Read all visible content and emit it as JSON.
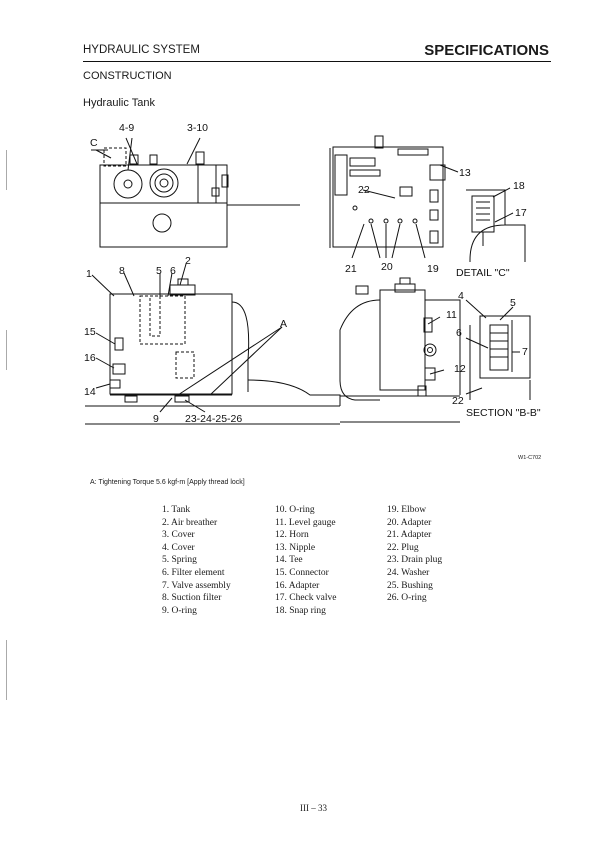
{
  "header": {
    "left_title": "HYDRAULIC SYSTEM",
    "right_title": "SPECIFICATIONS"
  },
  "section_title": "CONSTRUCTION",
  "subsection_title": "Hydraulic Tank",
  "figure": {
    "callouts": [
      "4-9",
      "3-10",
      "C",
      "13",
      "18",
      "17",
      "22",
      "21",
      "20",
      "19",
      "1",
      "8",
      "5",
      "6",
      "2",
      "A",
      "15",
      "16",
      "14",
      "9",
      "23-24-25-26",
      "4",
      "5",
      "11",
      "6",
      "7",
      "12",
      "22"
    ],
    "detail_label": "DETAIL \"C\"",
    "section_label": "SECTION \"B-B\"",
    "figure_id": "W1-C702"
  },
  "note": "A: Tightening Torque 5.6 kgf-m [Apply thread lock]",
  "parts_list": {
    "col1": [
      "1.  Tank",
      "2.  Air breather",
      "3.  Cover",
      "4.  Cover",
      "5.  Spring",
      "6.  Filter element",
      "7.  Valve assembly",
      "8.  Suction filter",
      "9.  O-ring"
    ],
    "col2": [
      "10.  O-ring",
      "11.  Level gauge",
      "12.  Horn",
      "13.  Nipple",
      "14.  Tee",
      "15.  Connector",
      "16.  Adapter",
      "17.  Check valve",
      "18.  Snap ring"
    ],
    "col3": [
      "19.  Elbow",
      "20.  Adapter",
      "21.  Adapter",
      "22.  Plug",
      "23.  Drain plug",
      "24.  Washer",
      "25.  Bushing",
      "26.  O-ring"
    ]
  },
  "page_number": "III – 33"
}
